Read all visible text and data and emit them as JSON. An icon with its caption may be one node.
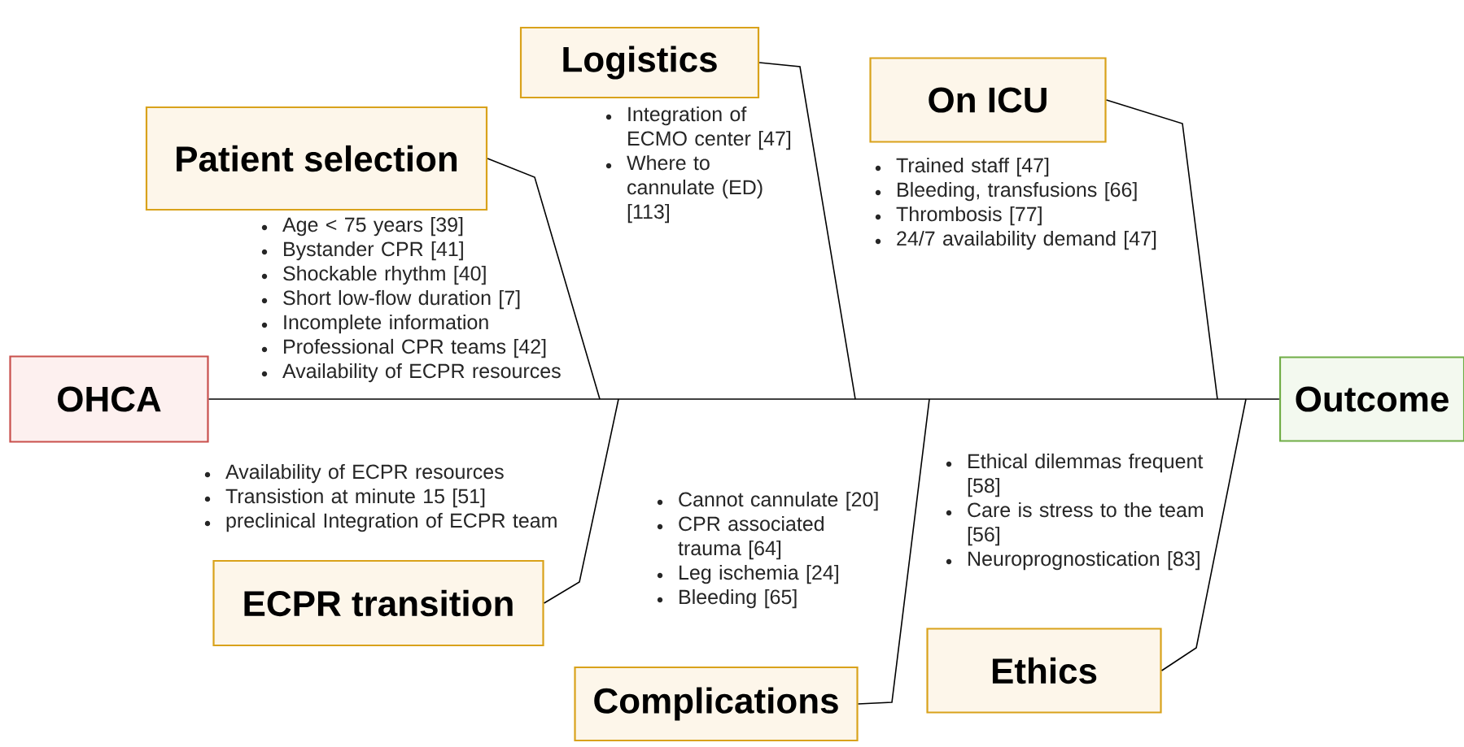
{
  "diagram": {
    "nodes": [
      {
        "text": [
          "OHCA"
        ]
      },
      {
        "text": [
          "Outcome"
        ]
      },
      {
        "text": [
          "Patient selection"
        ],
        "beside": [
          "Age < 75 years [39]",
          "Bystander CPR [41]",
          "Shockable rhythm [40]",
          "Short low-flow duration [7]",
          "Incomplete information",
          "Professional CPR teams [42]",
          "Availability of ECPR resources"
        ]
      },
      {
        "text": [
          "Logistics"
        ],
        "beside": [
          "Integration of ECMO center [47]",
          "Where to cannulate (ED) [113]"
        ]
      },
      {
        "text": [
          "On ICU"
        ],
        "beside": [
          "Trained staff [47]",
          "Bleeding, transfusions [66]",
          "Thrombosis [77]",
          "24/7 availability demand [47]"
        ]
      },
      {
        "text": [
          "ECPR transition"
        ],
        "beside": [
          "Availability of ECPR resources",
          "Transistion at minute 15 [51]",
          "preclinical Integration of ECPR team"
        ]
      },
      {
        "text": [
          "Complications"
        ],
        "beside": [
          "Cannot cannulate [20]",
          "CPR associated trauma [64]",
          "Leg ischemia [24]",
          "Bleeding [65]"
        ]
      },
      {
        "text": [
          "Ethics"
        ],
        "beside": [
          "Ethical dilemmas frequent [58]",
          "Care is stress to the team [56]",
          "Neuroprognostication [83]"
        ]
      }
    ],
    "edges": [
      {
        "from": 0,
        "to": 1,
        "arrow": "none"
      },
      {
        "from": 2,
        "to": null,
        "arrow": "none"
      },
      {
        "from": 3,
        "to": null,
        "arrow": "none"
      },
      {
        "from": 4,
        "to": null,
        "arrow": "none"
      },
      {
        "from": 5,
        "to": null,
        "arrow": "none"
      },
      {
        "from": 6,
        "to": null,
        "arrow": "none"
      },
      {
        "from": 7,
        "to": null,
        "arrow": "none"
      }
    ]
  }
}
